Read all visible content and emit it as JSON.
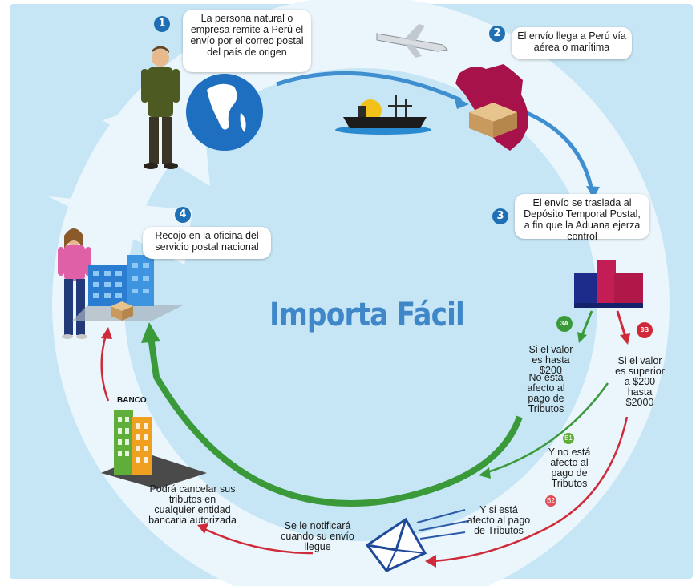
{
  "title": "Importa Fácil",
  "steps": {
    "s1": {
      "number": "1",
      "text": "La  persona natural o empresa  remite a Perú el envío por el correo postal del país de origen"
    },
    "s2": {
      "number": "2",
      "text": "El envío llega a Perú vía aérea o marítima"
    },
    "s3": {
      "number": "3",
      "text": "El envío se traslada al Depósito Temporal Postal, a fin que la Aduana ejerza control"
    },
    "s4": {
      "number": "4",
      "text": "Recojo en la oficina del servicio postal nacional"
    }
  },
  "branches": {
    "b3a": {
      "tag": "3A",
      "value_text": "Si el valor es hasta $200",
      "result_text": "No está afecto al pago de Tributos"
    },
    "b3b": {
      "tag": "3B",
      "value_text": "Si el valor es superior a $200 hasta $2000"
    },
    "b1": {
      "tag": "B1",
      "text": "Y no está afecto al pago de Tributos"
    },
    "b2": {
      "tag": "B2",
      "text": "Y si está afecto al pago de Tributos"
    }
  },
  "notify_text": "Se le notificará cuando su envío llegue",
  "bank": {
    "label": "BANCO",
    "text": "Podrá cancelar sus tributos en cualquier entidad bancaria autorizada"
  },
  "colors": {
    "background": "#c6e6f5",
    "ring": "#eaf6fc",
    "title": "#3f87c8",
    "step_badge": "#1f6fb5",
    "green": "#3a9a3a",
    "red": "#d02a3a",
    "peru": "#a8124a"
  },
  "icons": [
    "globe-icon",
    "airplane-icon",
    "ship-icon",
    "peru-map-icon",
    "package-icon",
    "warehouse-icon",
    "building-icon",
    "bank-icon",
    "envelope-icon",
    "man-figure",
    "woman-figure"
  ]
}
